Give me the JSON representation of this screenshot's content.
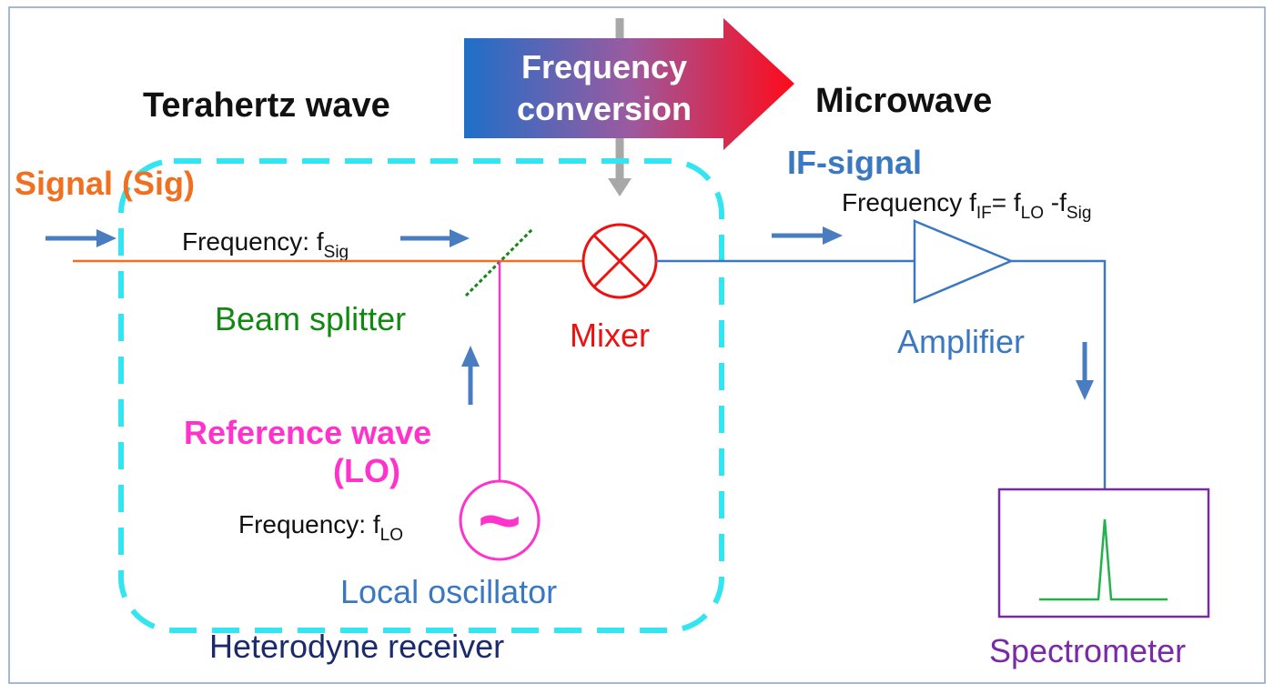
{
  "diagram": {
    "labels": {
      "terahertz": "Terahertz wave",
      "microwave": "Microwave",
      "conversion_line1": "Frequency",
      "conversion_line2": "conversion",
      "signal": "Signal (Sig)",
      "freq_sig_text": "Frequency: f",
      "freq_sig_sub": "Sig",
      "beam_splitter": "Beam splitter",
      "mixer": "Mixer",
      "reference_wave": "Reference wave",
      "lo": "(LO)",
      "freq_lo_text": "Frequency: f",
      "freq_lo_sub": "LO",
      "oscillator_symbol": "~",
      "local_oscillator": "Local oscillator",
      "heterodyne_receiver": "Heterodyne receiver",
      "if_signal": "IF-signal",
      "freq_if_text": "Frequency f",
      "freq_if_sub": "IF",
      "freq_if_eq": "= f",
      "freq_if_lo_sub": "LO",
      "freq_if_minus": " -f",
      "freq_if_sig_sub": "Sig",
      "amplifier": "Amplifier",
      "spectrometer": "Spectrometer"
    },
    "colors": {
      "signal": "#f07020",
      "reference": "#ff33cc",
      "mixer": "#ee1111",
      "beam_splitter": "#118811",
      "if_line": "#3a78c2",
      "arrow": "#4a7cc0",
      "receiver_box": "#33e5f0",
      "heterodyne_text": "#1a2a6c",
      "spectrometer": "#7a2aa8",
      "spectrum_line": "#22b24c",
      "gray_arrow": "#a8a8a8",
      "conversion_start": "#1f6fc8",
      "conversion_end": "#ff0a1a",
      "frame": "#8aa0c8",
      "text_dark": "#111111"
    }
  }
}
